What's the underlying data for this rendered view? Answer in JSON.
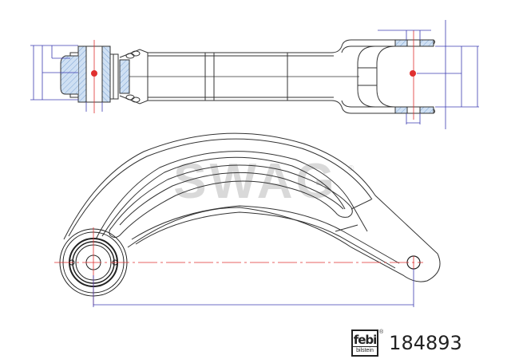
{
  "diagram": {
    "title": "Control arm technical drawing",
    "views": [
      "top-view",
      "side-view"
    ],
    "watermark": "SWAG",
    "colors": {
      "outline": "#333333",
      "dimension": "#3b3bb0",
      "centerline": "#e03030",
      "hatch": "#a8c8e8",
      "watermark": "#d8d8d8"
    }
  },
  "brand": {
    "logo_top": "febi",
    "logo_bottom": "bilstein",
    "registered": "®",
    "part_number": "184893"
  }
}
